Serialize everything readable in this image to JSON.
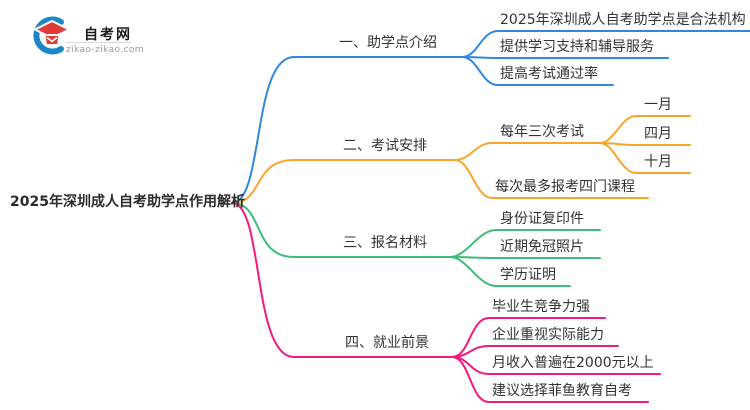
{
  "logo": {
    "title": "自考网",
    "domain": "zikao-zikao.com",
    "icon_blue": "#1c86c8",
    "icon_red": "#e23b35"
  },
  "root": {
    "label": "2025年深圳成人自考助学点作用解析"
  },
  "branches": [
    {
      "label": "一、助学点介绍",
      "color": "#2f88e0",
      "children": [
        "2025年深圳成人自考助学点是合法机构",
        "提供学习支持和辅导服务",
        "提高考试通过率"
      ]
    },
    {
      "label": "二、考试安排",
      "color": "#f8a62a",
      "children": [
        "每年三次考试",
        "每次最多报考四门课程"
      ],
      "exam_months": [
        "一月",
        "四月",
        "十月"
      ]
    },
    {
      "label": "三、报名材料",
      "color": "#3ebd78",
      "children": [
        "身份证复印件",
        "近期免冠照片",
        "学历证明"
      ]
    },
    {
      "label": "四、就业前景",
      "color": "#f2197f",
      "children": [
        "毕业生竞争力强",
        "企业重视实际能力",
        "月收入普遍在2000元以上",
        "建议选择菲鱼教育自考"
      ]
    }
  ]
}
